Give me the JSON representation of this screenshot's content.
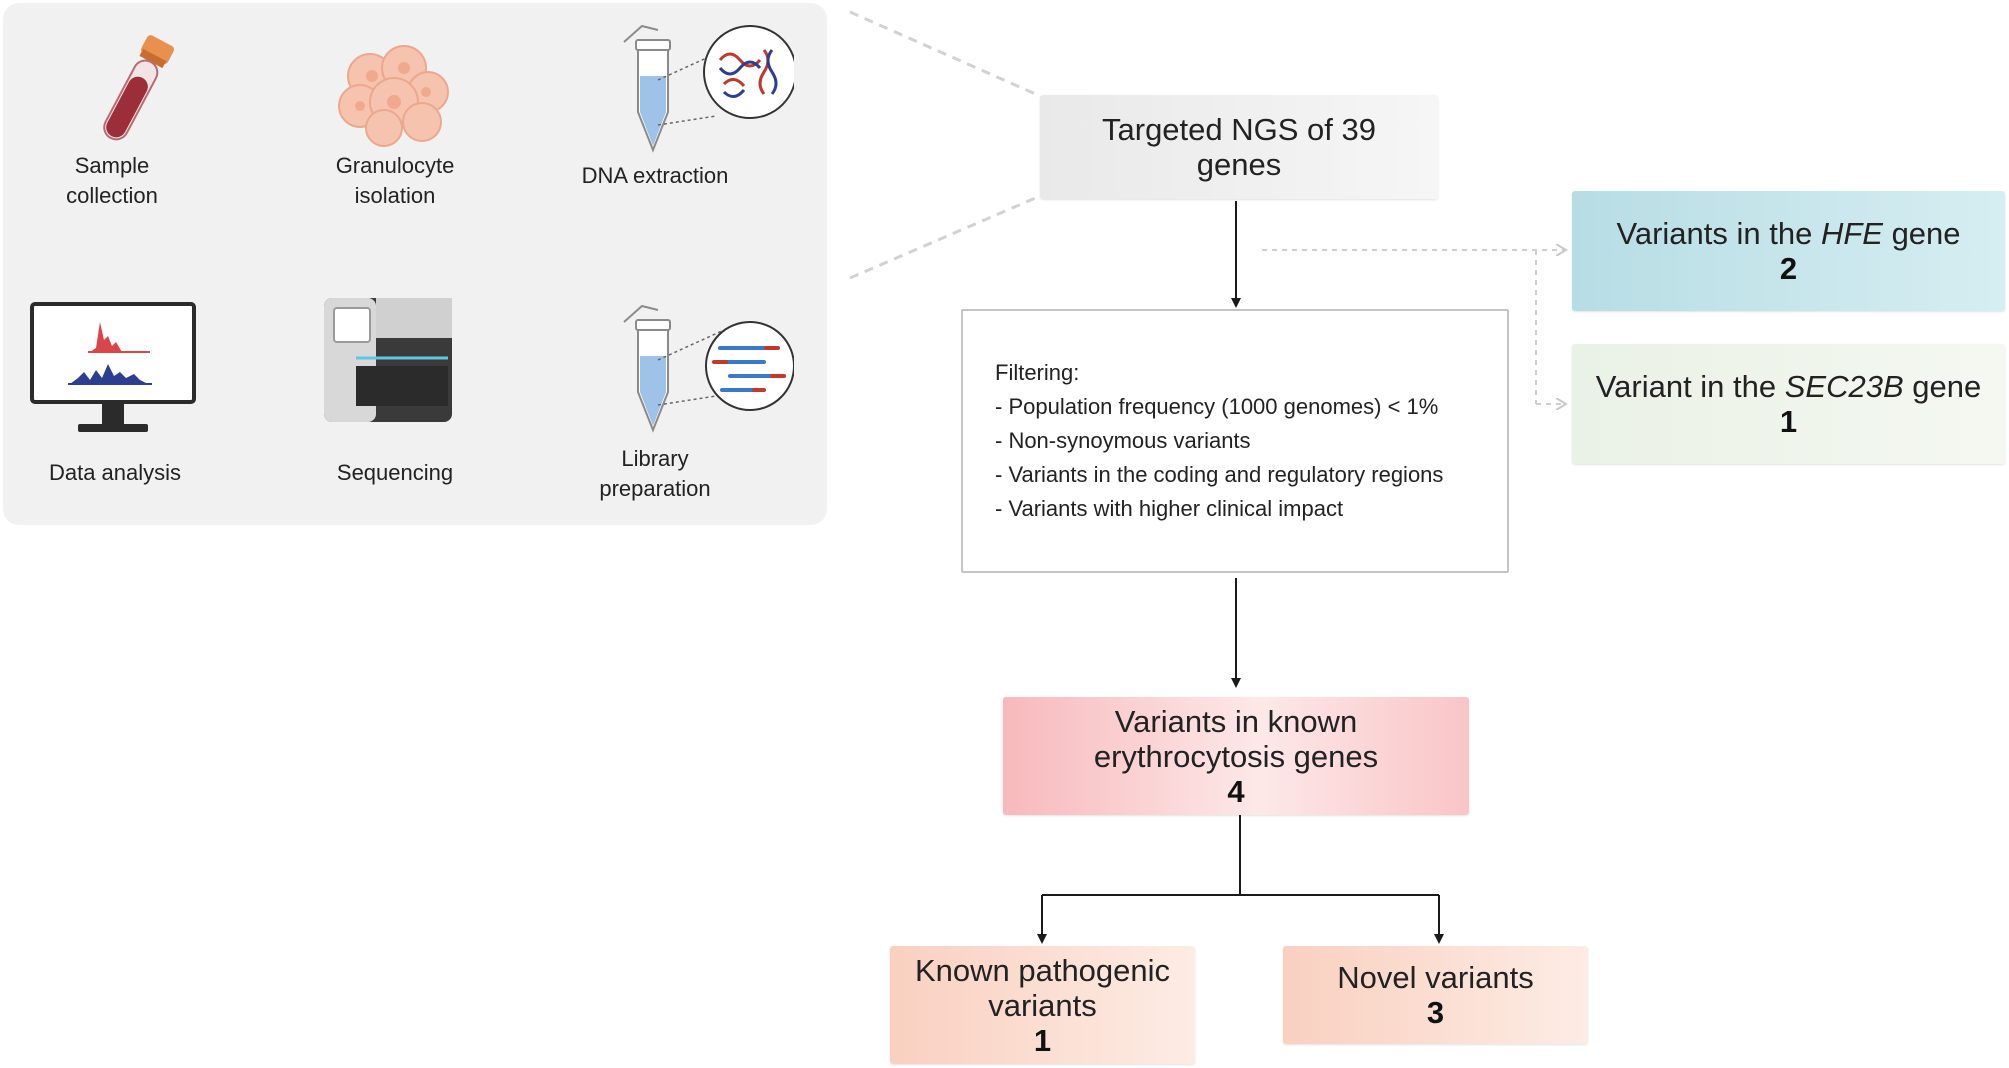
{
  "workflow": {
    "steps": [
      {
        "id": "sample-collection",
        "label": "Sample\ncollection",
        "icon": "blood-tube-icon"
      },
      {
        "id": "granulocyte-isolation",
        "label": "Granulocyte\nisolation",
        "icon": "cell-cluster-icon"
      },
      {
        "id": "dna-extraction",
        "label": "DNA extraction",
        "icon": "dna-tube-icon"
      },
      {
        "id": "library-preparation",
        "label": "Library\npreparation",
        "icon": "library-tube-icon"
      },
      {
        "id": "sequencing",
        "label": "Sequencing",
        "icon": "sequencer-icon"
      },
      {
        "id": "data-analysis",
        "label": "Data analysis",
        "icon": "monitor-chart-icon"
      }
    ]
  },
  "flow": {
    "ngs": {
      "text": "Targeted NGS of 39\ngenes"
    },
    "hfe": {
      "prefix": "Variants in the ",
      "gene": "HFE",
      "suffix": " gene",
      "count": "2"
    },
    "sec23b": {
      "prefix": "Variant in the ",
      "gene": "SEC23B",
      "suffix": " gene",
      "count": "1"
    },
    "filtering": {
      "title": "Filtering:",
      "criteria": [
        "- Population frequency (1000 genomes) < 1%",
        "- Non-synoymous variants",
        "- Variants in the coding and regulatory regions",
        "- Variants with higher clinical impact"
      ]
    },
    "erythrocytosis": {
      "line1": "Variants in known",
      "line2": "erythrocytosis genes",
      "count": "4"
    },
    "known": {
      "line1": "Known pathogenic",
      "line2": "variants",
      "count": "1"
    },
    "novel": {
      "line1": "Novel variants",
      "count": "3"
    }
  },
  "colors": {
    "ngs_box": "#eeeeee",
    "hfe_box": "#c6e6ec",
    "sec23b_box": "#eef4ea",
    "erythrocytosis_box": "#fbd3d4",
    "result_boxes": "#fbdfd2",
    "panel_bg": "#f1f1f1"
  }
}
